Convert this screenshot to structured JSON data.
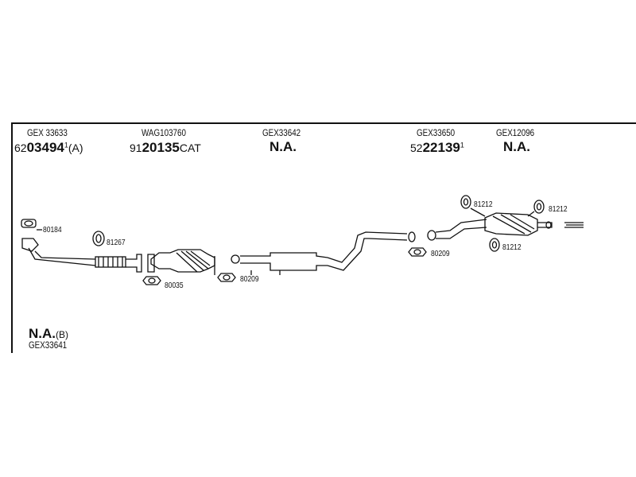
{
  "header_parts": [
    {
      "code": "GEX 33633",
      "pre": "62",
      "big": "03494",
      "sup": "1",
      "suf": "(A)"
    },
    {
      "code": "WAG103760",
      "pre": "91",
      "big": "20135",
      "sup": "",
      "suf": "CAT"
    },
    {
      "code": "GEX33642",
      "na": "N.A."
    },
    {
      "code": "GEX33650",
      "pre": "52",
      "big": "22139",
      "sup": "1",
      "suf": ""
    },
    {
      "code": "GEX12096",
      "na": "N.A."
    }
  ],
  "footer_part": {
    "na": "N.A.",
    "suffix": "(B)",
    "code": "GEX33641"
  },
  "callouts": {
    "gasket_front": "80184",
    "ring_front": "81267",
    "gasket_cat": "80035",
    "gasket_mid": "80209",
    "gasket_rear": "80209",
    "ring_r1": "81212",
    "ring_r2": "81212",
    "ring_r3": "81212"
  }
}
